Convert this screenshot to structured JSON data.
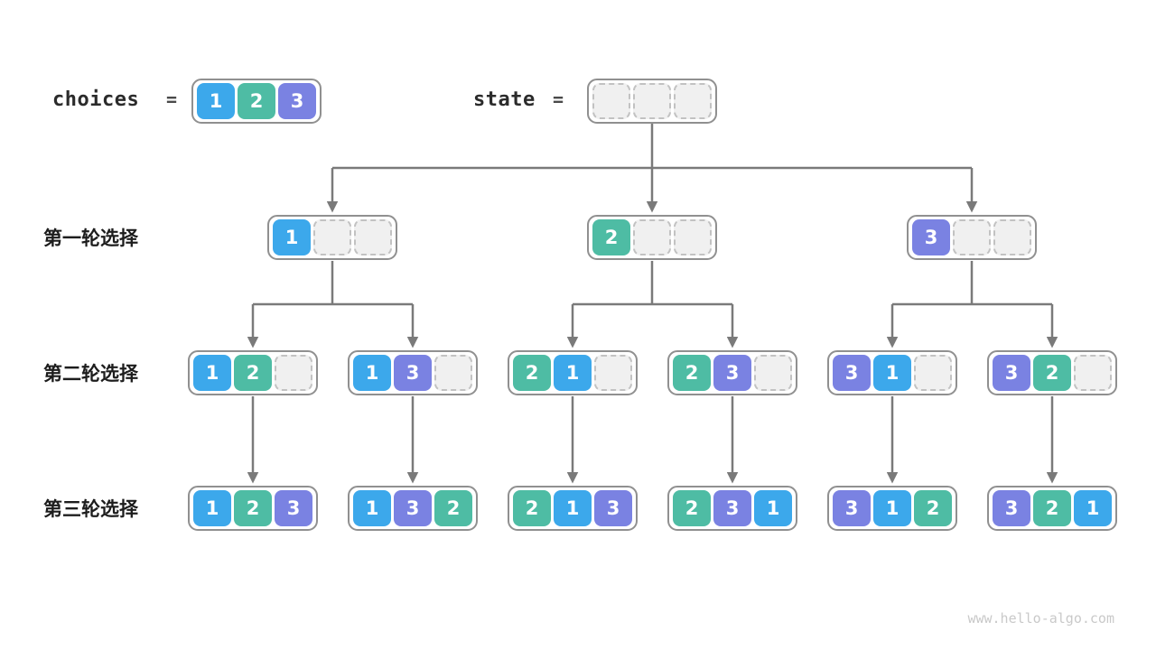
{
  "title_area": {
    "choices": {
      "label": "choices",
      "equals": "=",
      "cells": [
        "1",
        "2",
        "3"
      ]
    },
    "state": {
      "label": "state",
      "equals": "=",
      "cells": [
        "",
        "",
        ""
      ]
    }
  },
  "rows": [
    {
      "label": "第一轮选择",
      "nodes": [
        [
          "1",
          "",
          ""
        ],
        [
          "2",
          "",
          ""
        ],
        [
          "3",
          "",
          ""
        ]
      ]
    },
    {
      "label": "第二轮选择",
      "nodes": [
        [
          "1",
          "2",
          ""
        ],
        [
          "1",
          "3",
          ""
        ],
        [
          "2",
          "1",
          ""
        ],
        [
          "2",
          "3",
          ""
        ],
        [
          "3",
          "1",
          ""
        ],
        [
          "3",
          "2",
          ""
        ]
      ]
    },
    {
      "label": "第三轮选择",
      "nodes": [
        [
          "1",
          "2",
          "3"
        ],
        [
          "1",
          "3",
          "2"
        ],
        [
          "2",
          "1",
          "3"
        ],
        [
          "2",
          "3",
          "1"
        ],
        [
          "3",
          "1",
          "2"
        ],
        [
          "3",
          "2",
          "1"
        ]
      ]
    }
  ],
  "colors": {
    "value_1": "#3CA8EB",
    "value_2": "#4EBCA4",
    "value_3": "#7A82E2",
    "empty_fill": "#F0F0F0",
    "empty_border": "#C2C2C2",
    "arrow": "#7A7A7A",
    "node_border": "#909090"
  },
  "watermark": "www.hello-algo.com"
}
